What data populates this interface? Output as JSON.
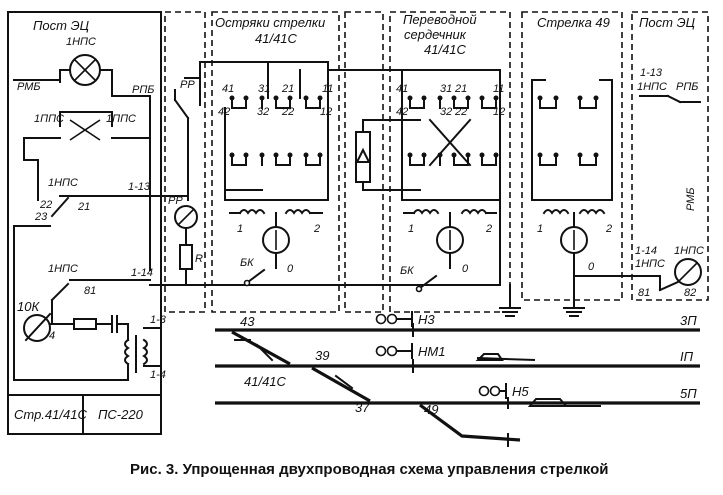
{
  "panels": {
    "post_left": "Пост ЭЦ",
    "ostryaki": "Остряки стрелки",
    "ostryaki_sub": "41/41С",
    "perevodnoy_1": "Переводной",
    "perevodnoy_2": "сердечник",
    "perevodnoy_sub": "41/41С",
    "strelka": "Стрелка 49",
    "post_right": "Пост ЭЦ"
  },
  "left_labels": {
    "nps_top": "1НПС",
    "rmb": "РМБ",
    "rpb": "РПБ",
    "pps_left": "1ППС",
    "pps_right": "1ППС",
    "nps_mid": "1НПС",
    "t113": "1-13",
    "c22": "22",
    "c23": "23",
    "c21": "21",
    "nps_low": "1НПС",
    "t114": "1-14",
    "c81": "81",
    "k10": "10К",
    "c4": "4",
    "t13": "1-3",
    "t14b": "1-4",
    "box_left": "Стр.41/41С",
    "box_right": "ПС-220"
  },
  "relay_labels": {
    "rr_top": "РР",
    "rr_mid": "РР",
    "r": "R"
  },
  "contact_labels": {
    "c41": "41",
    "c31": "31",
    "c21": "21",
    "c11": "11",
    "c42": "42",
    "c32": "32",
    "c22": "22",
    "c12": "12"
  },
  "motor_labels": {
    "one": "1",
    "two": "2",
    "zero": "0",
    "bk": "БК"
  },
  "right_labels": {
    "t113": "1-13",
    "nps": "1НПС",
    "rpb": "РПБ",
    "rmb": "РМБ",
    "t114": "1-14",
    "nps2": "1НПС",
    "nps3": "1НПС",
    "c81": "81",
    "c82": "82"
  },
  "track_labels": {
    "s43": "43",
    "s39": "39",
    "s41": "41/41С",
    "s37": "37",
    "s49": "49",
    "h3": "Н3",
    "hm1": "НМ1",
    "h5": "Н5",
    "p3": "3П",
    "p1": "IП",
    "p5": "5П"
  },
  "caption": "Рис. 3. Упрощенная двухпроводная схема управления стрелкой"
}
